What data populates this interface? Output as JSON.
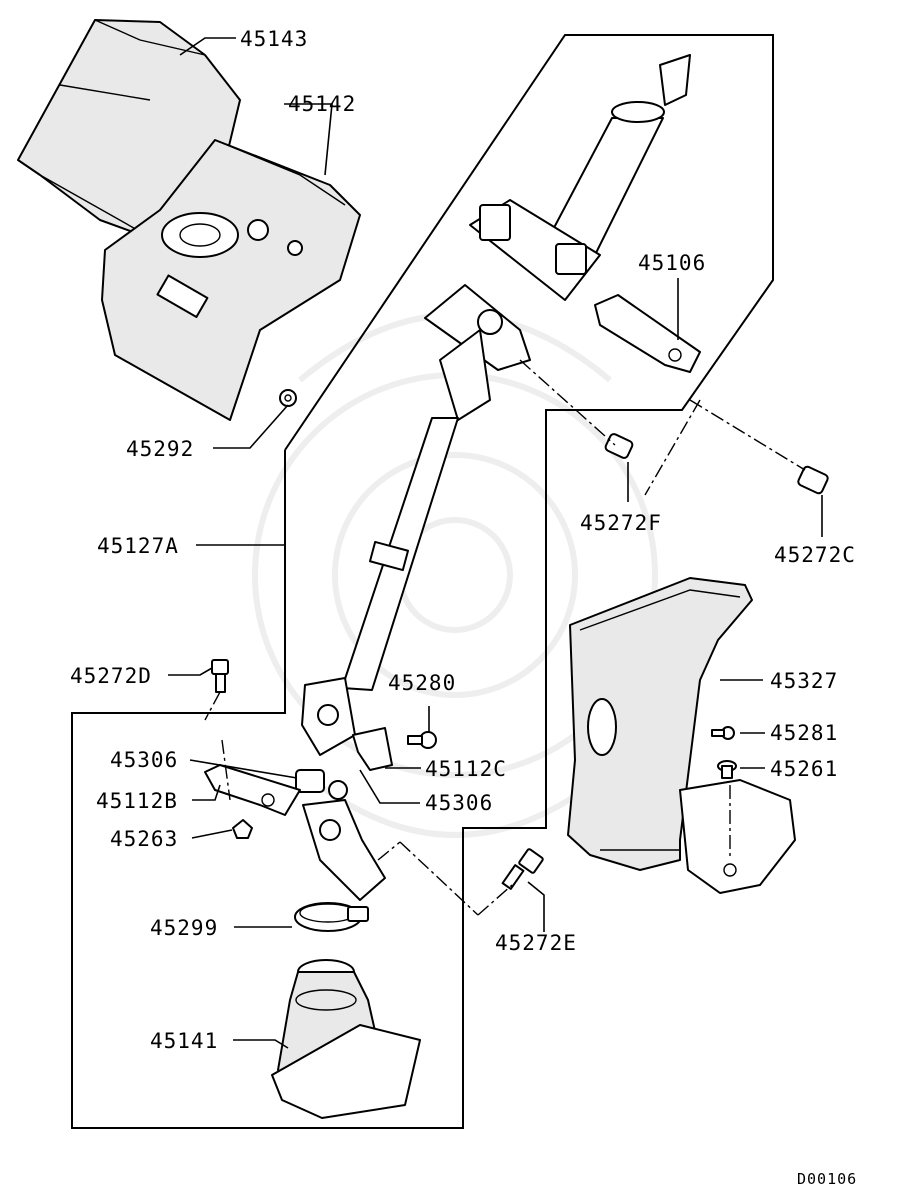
{
  "diagram": {
    "labels": {
      "p45143": "45143",
      "p45142": "45142",
      "p45292": "45292",
      "p45127A": "45127A",
      "p45106": "45106",
      "p45272F": "45272F",
      "p45272C": "45272C",
      "p45272D": "45272D",
      "p45280": "45280",
      "p45327": "45327",
      "p45306a": "45306",
      "p45112C": "45112C",
      "p45281": "45281",
      "p45261": "45261",
      "p45112B": "45112B",
      "p45306b": "45306",
      "p45263": "45263",
      "p45299": "45299",
      "p45272E": "45272E",
      "p45141": "45141"
    },
    "code": "D00106"
  }
}
